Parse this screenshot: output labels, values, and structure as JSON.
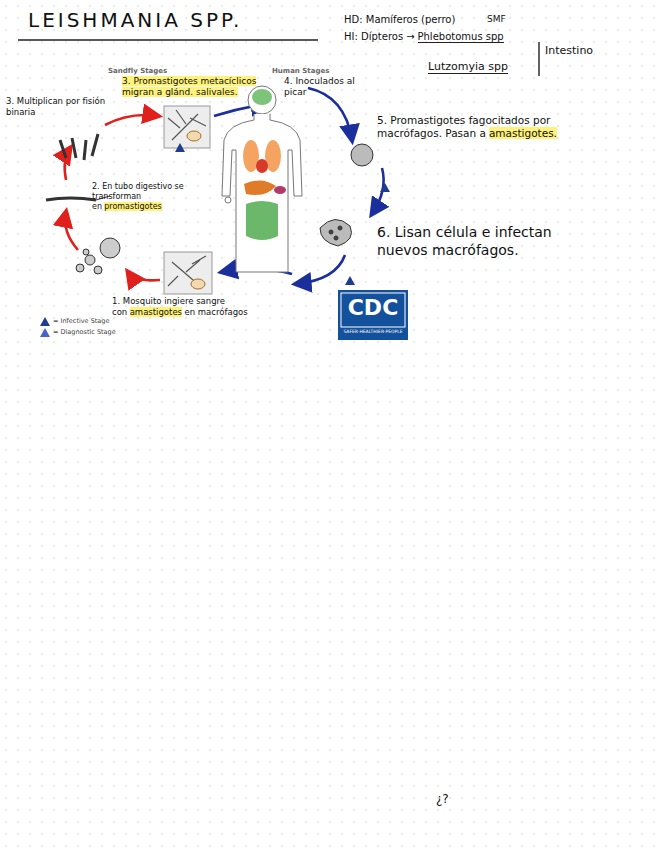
{
  "diagram": {
    "title": "LEISHMANIA SPP.",
    "labels": [
      "HD: Mamíferos (perro)",
      "SMF",
      "HI: Dípteros →",
      "Phlebotomus spp",
      "Lutzomyia spp",
      "Intestino",
      "Sandfly Stages",
      "Human Stages",
      "3. Promastigotes metacíclicos migran a glánd. salivales.",
      "4. Inoculados al picar",
      "3. Multiplican por fisión binaria",
      "5. Promastigotes fagocitados por macrófagos. Pasan a",
      "amastigotes.",
      "6. Lisan célula e infectan nuevos macrófagos.",
      "2. En tubo digestivo se transforman en",
      "promastigotes",
      "1. Mosquito ingiere sangre con",
      "amastigotes",
      "en macrófagos",
      "CDC",
      "SAFER·HEALTHIER·PEOPLE",
      "¿?"
    ],
    "legend": [
      {
        "text": "= Infective Stage"
      },
      {
        "text": "= Diagnostic Stage"
      }
    ]
  }
}
